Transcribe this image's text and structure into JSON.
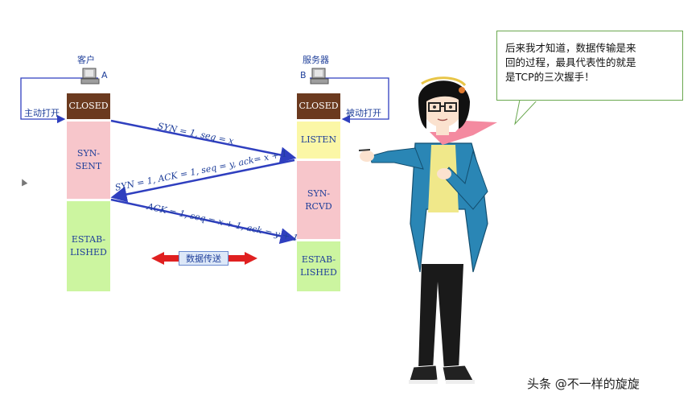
{
  "diagram": {
    "client": {
      "name": "客户",
      "letter": "A",
      "action": "主动打开",
      "states": [
        "CLOSED",
        "SYN-\nSENT",
        "ESTAB-\nLISHED"
      ]
    },
    "server": {
      "name": "服务器",
      "letter": "B",
      "action": "被动打开",
      "states": [
        "CLOSED",
        "LISTEN",
        "SYN-\nRCVD",
        "ESTAB-\nLISHED"
      ]
    },
    "messages": [
      "SYN = 1, seq = x",
      "SYN = 1, ACK = 1, seq = y, ack= x + 1",
      "ACK = 1, seq = x + 1, ack = y + 1"
    ],
    "data_transfer": "数据传送",
    "colors": {
      "closed": "#6b3a1f",
      "synsent": "#f7c6cb",
      "listen": "#fbf7a6",
      "synrcvd": "#f7c6cb",
      "established": "#ccf5a0",
      "arrow": "#2f3fbf",
      "transfer_arrow": "#e02020"
    }
  },
  "speech_bubble": {
    "lines": [
      "后来我才知道，数据传输是来",
      "回的过程，最具代表性的就是",
      "是TCP的三次握手！"
    ]
  },
  "watermark": "头条 @不一样的旋旋"
}
